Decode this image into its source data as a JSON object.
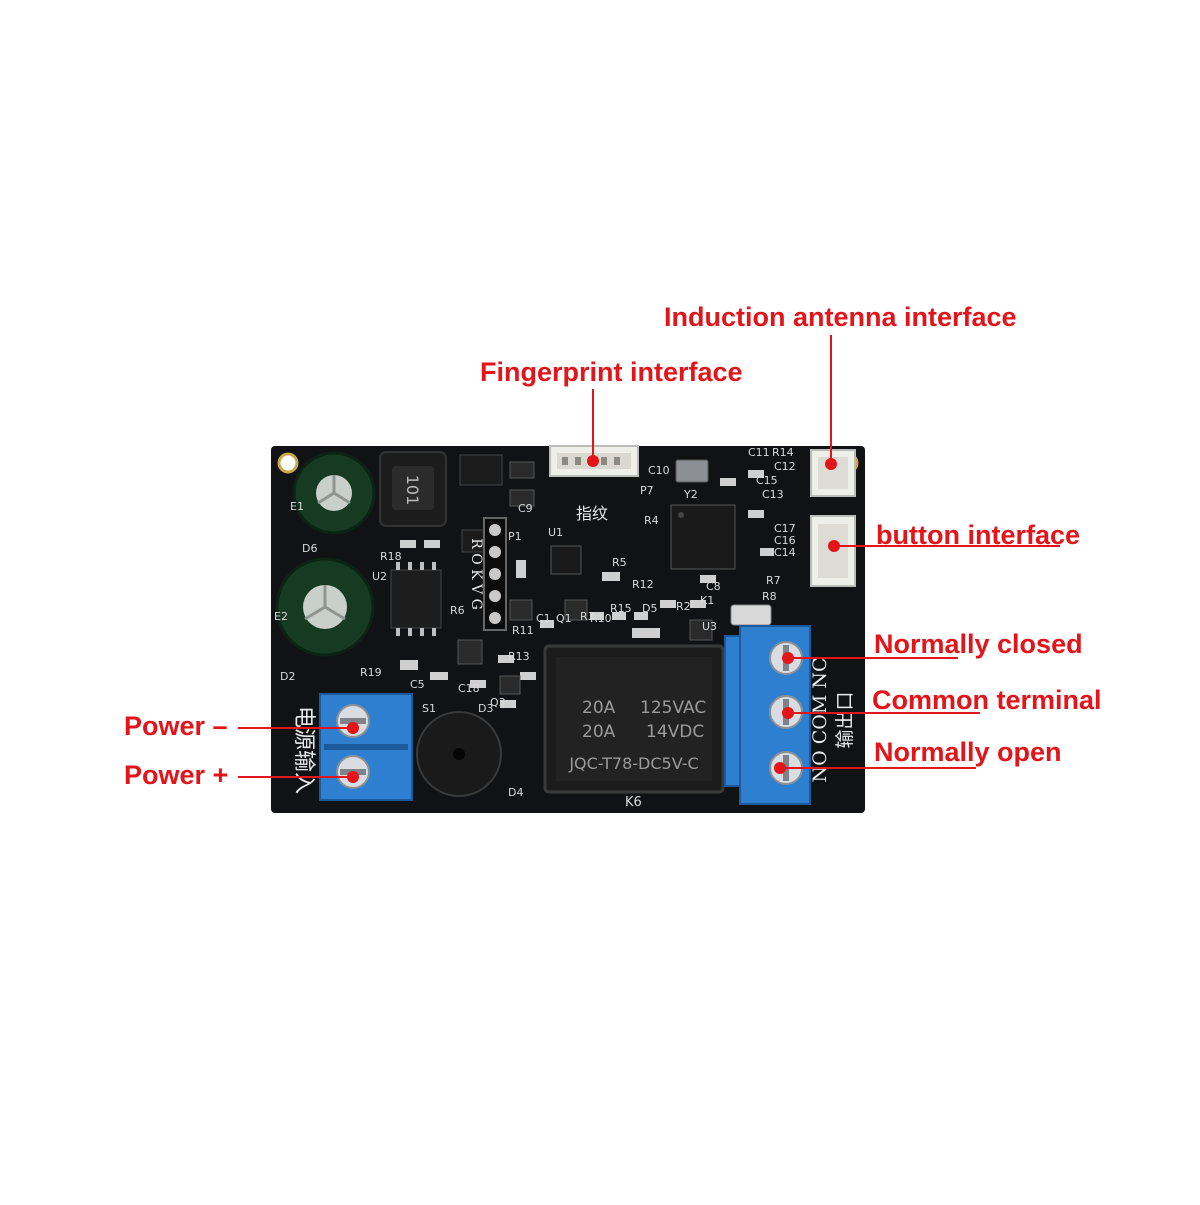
{
  "callouts": {
    "induction_antenna": "Induction antenna interface",
    "fingerprint": "Fingerprint interface",
    "button": "button interface",
    "normally_closed": "Normally closed",
    "common_terminal": "Common terminal",
    "normally_open": "Normally open",
    "power_minus": "Power –",
    "power_plus": "Power +"
  },
  "board": {
    "relay_line1a": "20A",
    "relay_line1b": "125VAC",
    "relay_line2a": "20A",
    "relay_line2b": "14VDC",
    "relay_model": "JQC-T78-DC5V-C",
    "relay_ref": "K6",
    "inductor_mark": "101",
    "power_input_cn": "电源输入",
    "output_cn": "输出口",
    "output_terms": "NO COM NC",
    "fingerprint_cn": "指纹",
    "header_pins": "R O K V G",
    "refs": [
      "C11",
      "R14",
      "C12",
      "C15",
      "C13",
      "C17",
      "C16",
      "C14",
      "R7",
      "R8",
      "Y2",
      "C10",
      "R5",
      "R12",
      "C8",
      "R15",
      "D5",
      "R2",
      "K1",
      "R3",
      "R10",
      "C1",
      "Q1",
      "R13",
      "R11",
      "C18",
      "Q3",
      "C5",
      "R19",
      "D2",
      "R18",
      "U2",
      "D6",
      "E1",
      "E2",
      "R6",
      "P1",
      "U1",
      "C9",
      "P7",
      "S1",
      "D4",
      "D3",
      "R4",
      "U3"
    ]
  },
  "colors": {
    "callout": "#e3151a",
    "board": "#111214",
    "terminal_block": "#2f7fd0"
  }
}
